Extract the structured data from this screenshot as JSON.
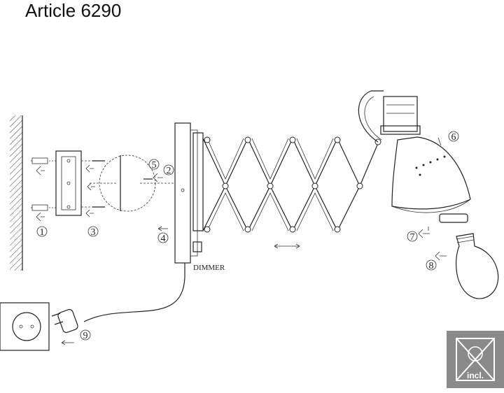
{
  "title": "Article 6290",
  "dimmer_label": "DIMMER",
  "steps": [
    "1",
    "2",
    "3",
    "4",
    "5",
    "6",
    "7",
    "8",
    "9"
  ],
  "badge_text": "incl."
}
